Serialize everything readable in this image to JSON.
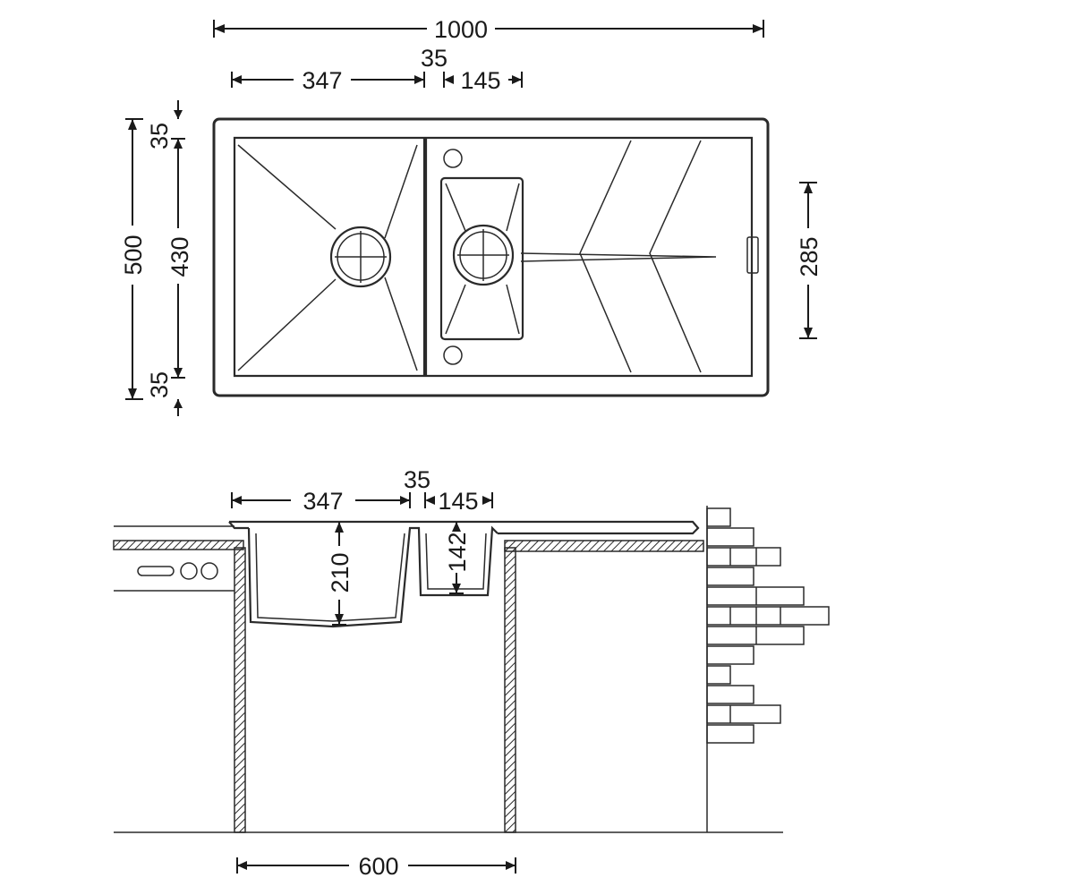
{
  "colors": {
    "line": "#2a2a2a",
    "background": "#ffffff"
  },
  "top_view": {
    "overall_width": "1000",
    "main_bowl_width": "347",
    "gap": "35",
    "second_bowl_width": "145",
    "overall_depth": "500",
    "inner_depth": "430",
    "front_rim": "35",
    "back_rim": "35",
    "drainer_depth": "285"
  },
  "section_view": {
    "main_bowl_width": "347",
    "gap": "35",
    "second_bowl_width": "145",
    "main_bowl_depth": "210",
    "second_bowl_depth": "142",
    "cabinet_width": "600"
  }
}
